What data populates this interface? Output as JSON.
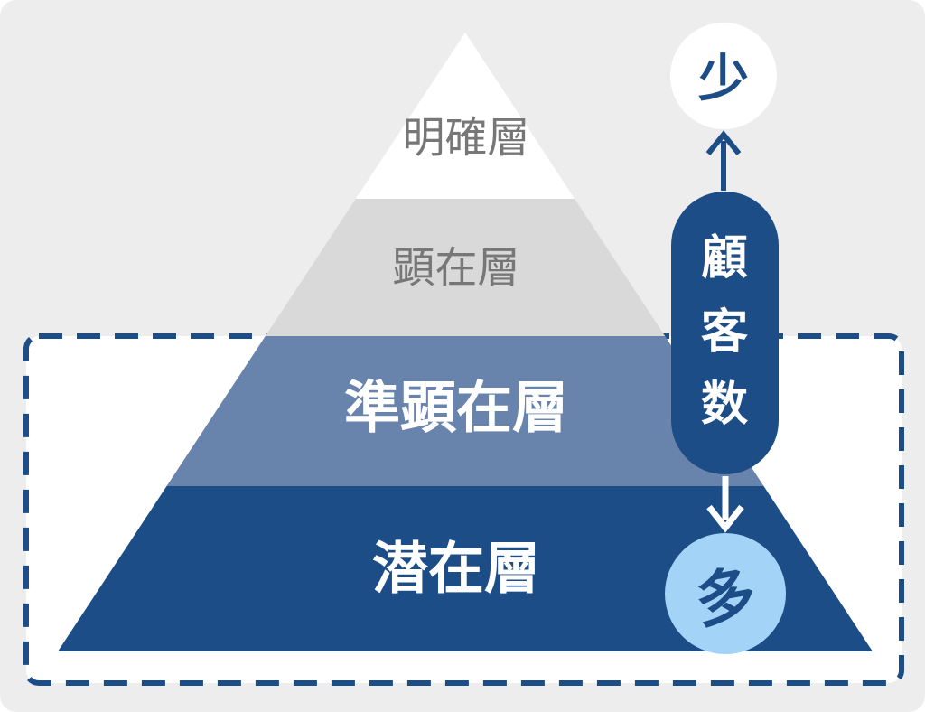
{
  "diagram": {
    "type": "customer-layer-pyramid",
    "pyramid": {
      "layers": [
        {
          "label": "明確層",
          "fill": "#ffffff",
          "text_color": "#777777"
        },
        {
          "label": "顕在層",
          "fill": "#d9d9d9",
          "text_color": "#777777"
        },
        {
          "label": "準顕在層",
          "fill": "#6883ac",
          "text_color": "#ffffff"
        },
        {
          "label": "潜在層",
          "fill": "#1d4d87",
          "text_color": "#ffffff"
        }
      ]
    },
    "axis": {
      "few_label": "少",
      "many_label": "多",
      "axis_label": "顧客数",
      "axis_label_chars": [
        "顧",
        "客",
        "数"
      ]
    },
    "colors": {
      "dark_blue": "#1d4d87",
      "slate_blue": "#6883ac",
      "light_gray": "#d9d9d9",
      "light_blue": "#a4d3f8",
      "panel_bg": "#ededed",
      "white": "#ffffff",
      "gray_text": "#777777"
    }
  }
}
